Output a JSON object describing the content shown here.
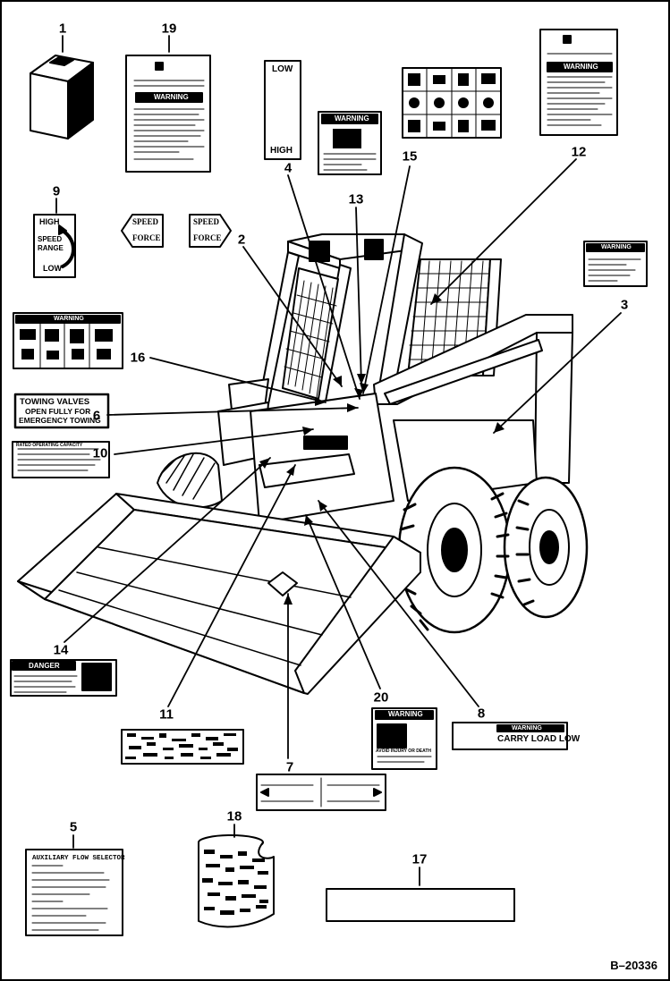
{
  "figure": {
    "code": "B–20336"
  },
  "callouts": {
    "c1": "1",
    "c2": "2",
    "c3": "3",
    "c4": "4",
    "c5": "5",
    "c6": "6",
    "c7": "7",
    "c8": "8",
    "c9": "9",
    "c10": "10",
    "c11": "11",
    "c12": "12",
    "c13": "13",
    "c14": "14",
    "c15": "15",
    "c16": "16",
    "c17": "17",
    "c18": "18",
    "c19": "19",
    "c20": "20"
  },
  "decals": {
    "low_high": {
      "low": "LOW",
      "high": "HIGH"
    },
    "speed_range": {
      "high": "HIGH",
      "speed": "SPEED",
      "range": "RANGE",
      "low": "LOW"
    },
    "speed_force_left": {
      "speed": "SPEED",
      "force": "FORCE"
    },
    "speed_force_right": {
      "speed": "SPEED",
      "force": "FORCE"
    },
    "towing": {
      "line1": "TOWING VALVES",
      "line2": "OPEN FULLY FOR",
      "line3": "EMERGENCY TOWING"
    },
    "warning": "WARNING",
    "danger": "DANGER",
    "carry_load_low": "CARRY LOAD LOW",
    "avoid_injury": "AVOID INJURY OR DEATH",
    "auxiliary": {
      "title": "AUXILIARY FLOW SELECTOR"
    },
    "rated_capacity": "RATED OPERATING CAPACITY"
  }
}
